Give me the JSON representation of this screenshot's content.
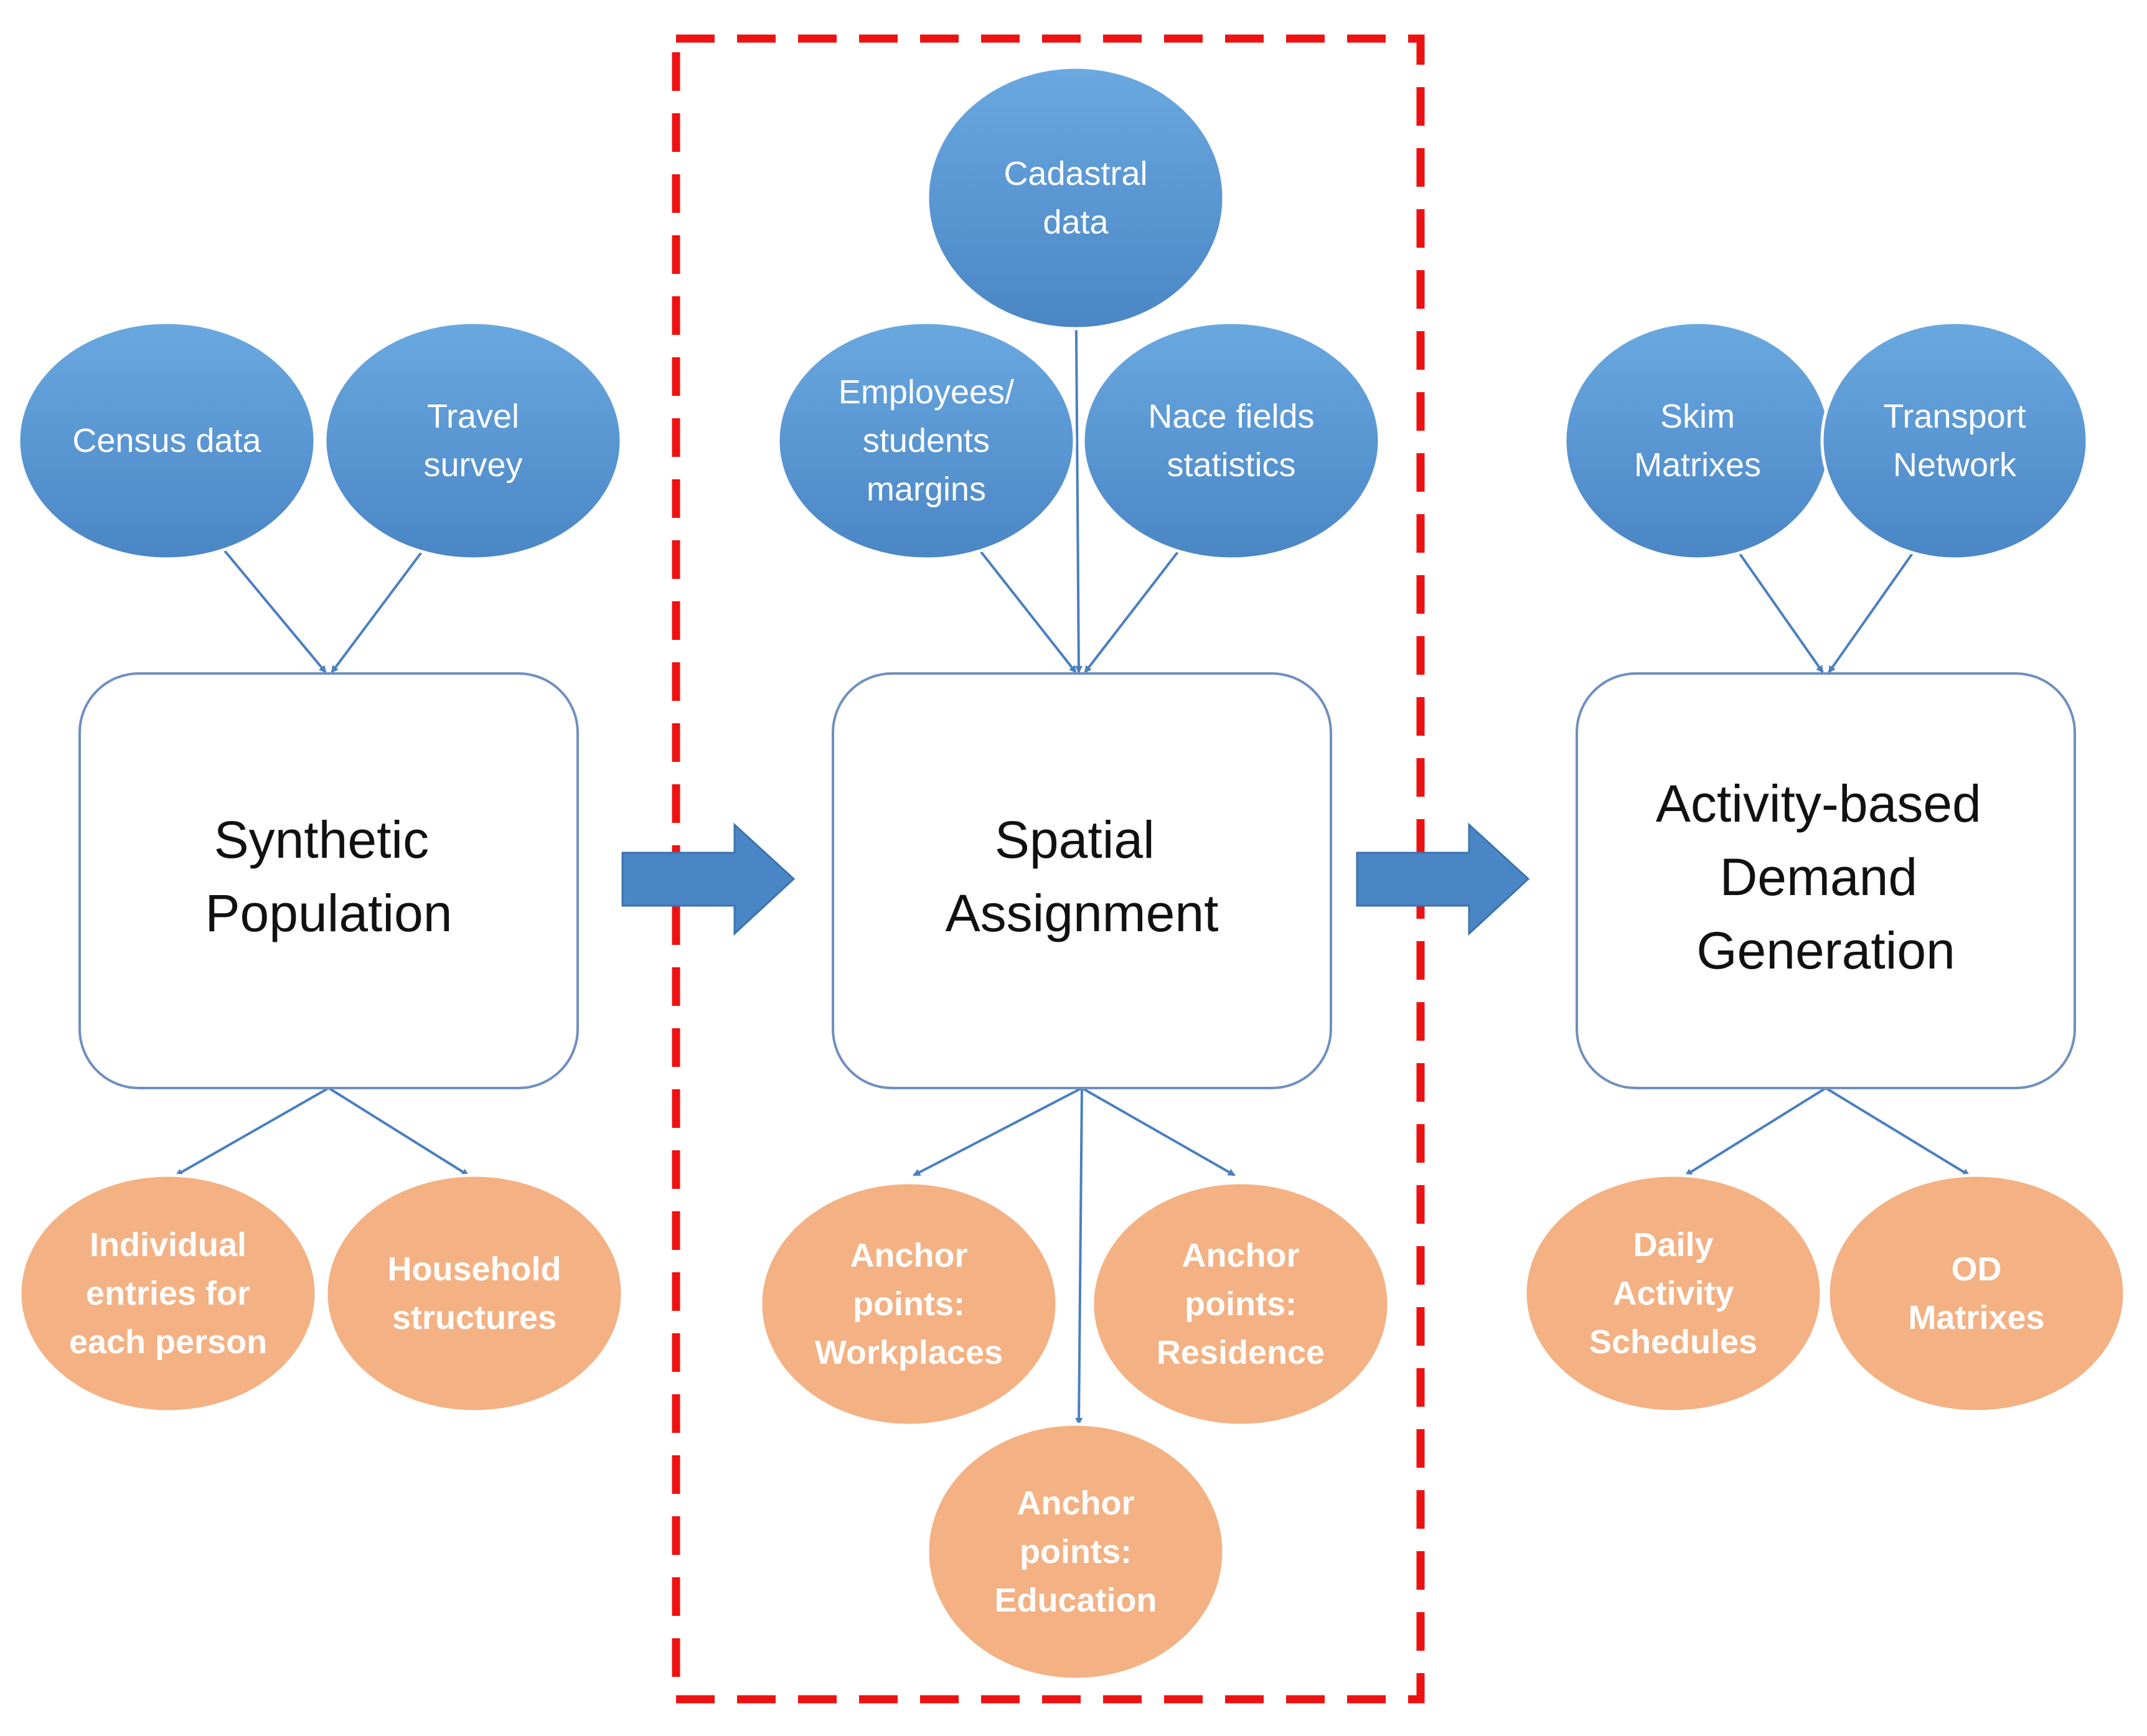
{
  "colors": {
    "input_node": "#5b9bd5",
    "input_node_dark": "#4a86c5",
    "output_node": "#f4b183",
    "box_border": "#6f8fc0",
    "arrow": "#4a7fc0",
    "dashed_frame": "#ee1111"
  },
  "stages": [
    {
      "title": [
        "Synthetic",
        "Population"
      ],
      "inputs": [
        {
          "lines": [
            "Census data"
          ]
        },
        {
          "lines": [
            "Travel",
            "survey"
          ]
        }
      ],
      "outputs": [
        {
          "lines": [
            "Individual",
            "entries for",
            "each person"
          ]
        },
        {
          "lines": [
            "Household",
            "structures"
          ]
        }
      ]
    },
    {
      "title": [
        "Spatial",
        "Assignment"
      ],
      "inputs": [
        {
          "lines": [
            "Cadastral",
            "data"
          ]
        },
        {
          "lines": [
            "Employees/",
            "students",
            "margins"
          ]
        },
        {
          "lines": [
            "Nace fields",
            "statistics"
          ]
        }
      ],
      "outputs": [
        {
          "lines": [
            "Anchor",
            "points:",
            "Workplaces"
          ]
        },
        {
          "lines": [
            "Anchor",
            "points:",
            "Residence"
          ]
        },
        {
          "lines": [
            "Anchor",
            "points:",
            "Education"
          ]
        }
      ]
    },
    {
      "title": [
        "Activity-based",
        "Demand",
        "Generation"
      ],
      "inputs": [
        {
          "lines": [
            "Skim",
            "Matrixes"
          ]
        },
        {
          "lines": [
            "Transport",
            "Network"
          ]
        }
      ],
      "outputs": [
        {
          "lines": [
            "Daily",
            "Activity",
            "Schedules"
          ]
        },
        {
          "lines": [
            "OD",
            "Matrixes"
          ]
        }
      ]
    }
  ]
}
